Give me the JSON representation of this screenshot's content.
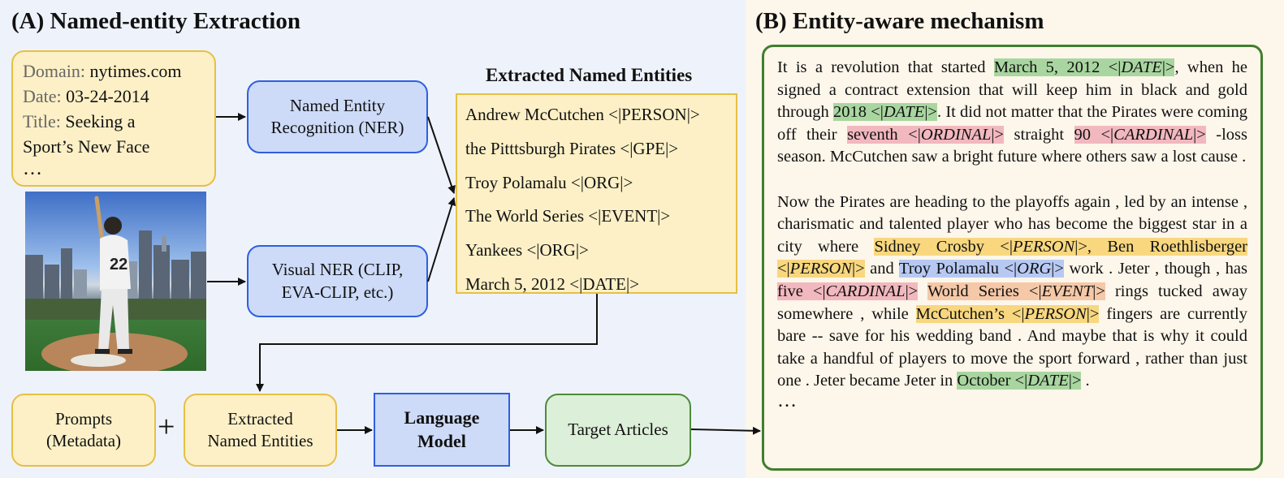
{
  "panel_a": {
    "title": "(A) Named-entity Extraction",
    "metadata": {
      "domain_label": "Domain:",
      "domain_value": "nytimes.com",
      "date_label": "Date:",
      "date_value": "03-24-2014",
      "title_label": "Title:",
      "title_value_1": "Seeking a",
      "title_value_2": "Sport’s New Face",
      "ellipsis": "…"
    },
    "ner_box": {
      "line1": "Named Entity",
      "line2": "Recognition (NER)"
    },
    "visual_ner_box": {
      "line1": "Visual NER (CLIP,",
      "line2": "EVA-CLIP, etc.)"
    },
    "extracted_title": "Extracted Named Entities",
    "entities": [
      "Andrew McCutchen <|PERSON|>",
      "the Pitttsburgh Pirates <|GPE|>",
      "Troy Polamalu <|ORG|>",
      "The World Series <|EVENT|>",
      "Yankees <|ORG|>",
      "March 5, 2012 <|DATE|>"
    ],
    "prompts_box": {
      "line1": "Prompts",
      "line2": "(Metadata)"
    },
    "plus": "+",
    "extracted_box": {
      "line1": "Extracted",
      "line2": "Named Entities"
    },
    "lm_box": {
      "line1": "Language",
      "line2": "Model"
    },
    "target_box": "Target Articles",
    "photo": {
      "jersey_number": "22"
    }
  },
  "panel_b": {
    "title": "(B) Entity-aware mechanism",
    "p1": {
      "t1": "It is a revolution that started ",
      "h1": "March 5, 2012 <|",
      "h1t": "DATE",
      "h1e": "|>",
      "t2": ", when he signed a contract extension that will keep him in black and gold through ",
      "h2": "2018 <|",
      "h2t": "DATE",
      "h2e": "|>",
      "t3": ". It did not matter that the Pirates were coming off their ",
      "h3": "seventh <|",
      "h3t": "ORDINAL",
      "h3e": "|>",
      "t4": " straight ",
      "h4": "90 <|",
      "h4t": "CARDINAL",
      "h4e": "|>",
      "t5": " -loss season. McCutchen saw a bright future where others saw a lost cause ."
    },
    "p2": {
      "t1": "Now the Pirates are heading to the playoffs again , led by an intense , charismatic and talented player who has become the biggest star in a city where ",
      "h1": "Sidney Crosby <|",
      "h1t": "PERSON",
      "h1e": "|>, Ben Roethlisberger <|",
      "h1t2": "PERSON",
      "h1e2": "|>",
      "t2": " and ",
      "h2": "Troy Polamalu <|",
      "h2t": "ORG",
      "h2e": "|>",
      "t3": " work . Jeter , though , has ",
      "h3": "five <|",
      "h3t": "CARDINAL",
      "h3e": "|>",
      "t4": " ",
      "h4": "World Series <|",
      "h4t": "EVENT",
      "h4e": "|>",
      "t5": " rings tucked away somewhere , while ",
      "h5": "McCutchen’s <|",
      "h5t": "PERSON",
      "h5e": "|>",
      "t6": " fingers are currently bare -- save for his wedding band . And maybe that is why it could take a handful of players to move the sport forward , rather than just one . Jeter became Jeter in ",
      "h6": "October <|",
      "h6t": "DATE",
      "h6e": "|>",
      "t7": " ."
    },
    "ellipsis": "…"
  },
  "colors": {
    "panel_a_bg": "#eef3fb",
    "panel_b_bg": "#fdf6ea",
    "yellow_fill": "#fdf0c6",
    "yellow_border": "#e7bf45",
    "blue_fill": "#cddbf8",
    "blue_border": "#2f5fe0",
    "green_fill": "#dcefd8",
    "green_border": "#4f8a3a",
    "date_highlight": "#a9d6a0",
    "number_highlight": "#f2b8bf",
    "person_highlight": "#f8d77f",
    "org_highlight": "#b7c9f3",
    "event_highlight": "#f5c8a7"
  }
}
